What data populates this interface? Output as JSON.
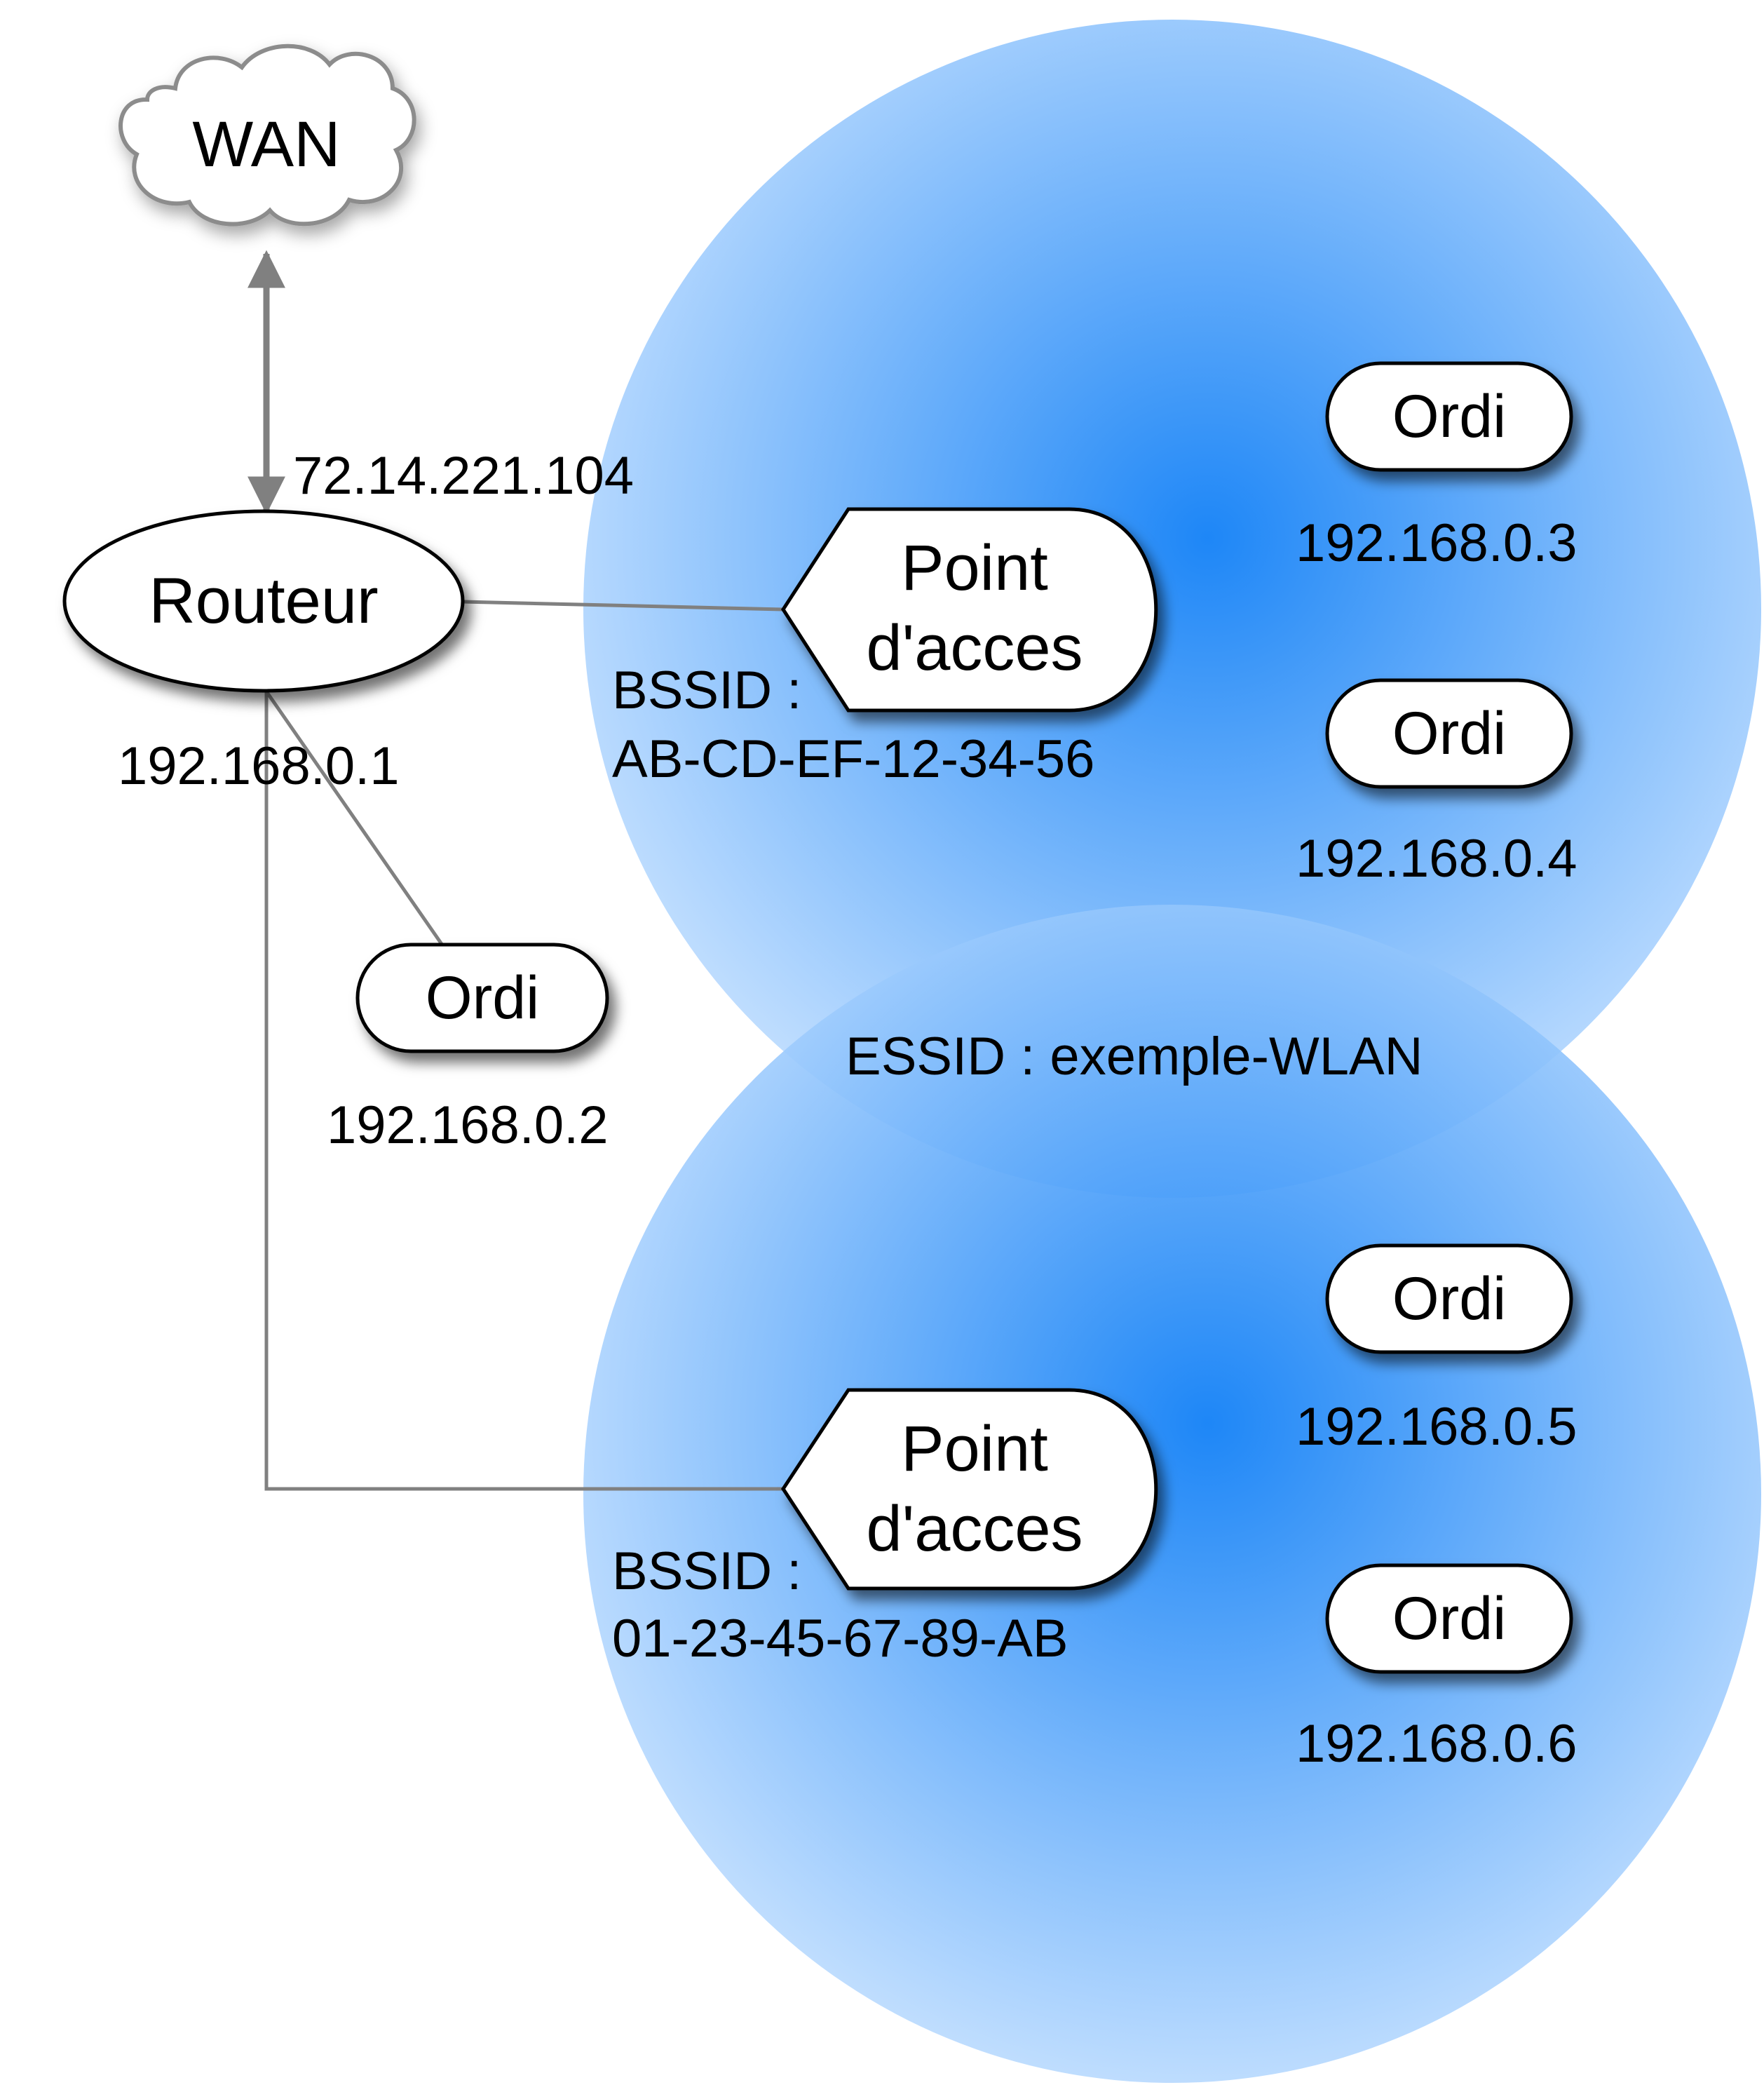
{
  "colors": {
    "cell_center": "#0a7cf6",
    "cell_edge": "#c4e0ff",
    "link": "#808080",
    "node_fill": "#ffffff",
    "node_stroke": "#000000",
    "wan_fill": "#ffffff",
    "wan_stroke": "#8c8c8c",
    "wan_text": "#7a7a7a"
  },
  "wan": {
    "label": "WAN",
    "icon": "cloud-icon"
  },
  "router": {
    "label": "Routeur",
    "wan_ip": "72.14.221.104",
    "lan_ip": "192.168.0.1"
  },
  "wired_pc": {
    "label": "Ordi",
    "ip": "192.168.0.2"
  },
  "essid": "ESSID : exemple-WLAN",
  "access_points": [
    {
      "label_line1": "Point",
      "label_line2": "d'acces",
      "bssid_label": "BSSID :",
      "bssid": "AB-CD-EF-12-34-56",
      "clients": [
        {
          "label": "Ordi",
          "ip": "192.168.0.3"
        },
        {
          "label": "Ordi",
          "ip": "192.168.0.4"
        }
      ]
    },
    {
      "label_line1": "Point",
      "label_line2": "d'acces",
      "bssid_label": "BSSID :",
      "bssid": "01-23-45-67-89-AB",
      "clients": [
        {
          "label": "Ordi",
          "ip": "192.168.0.5"
        },
        {
          "label": "Ordi",
          "ip": "192.168.0.6"
        }
      ]
    }
  ]
}
